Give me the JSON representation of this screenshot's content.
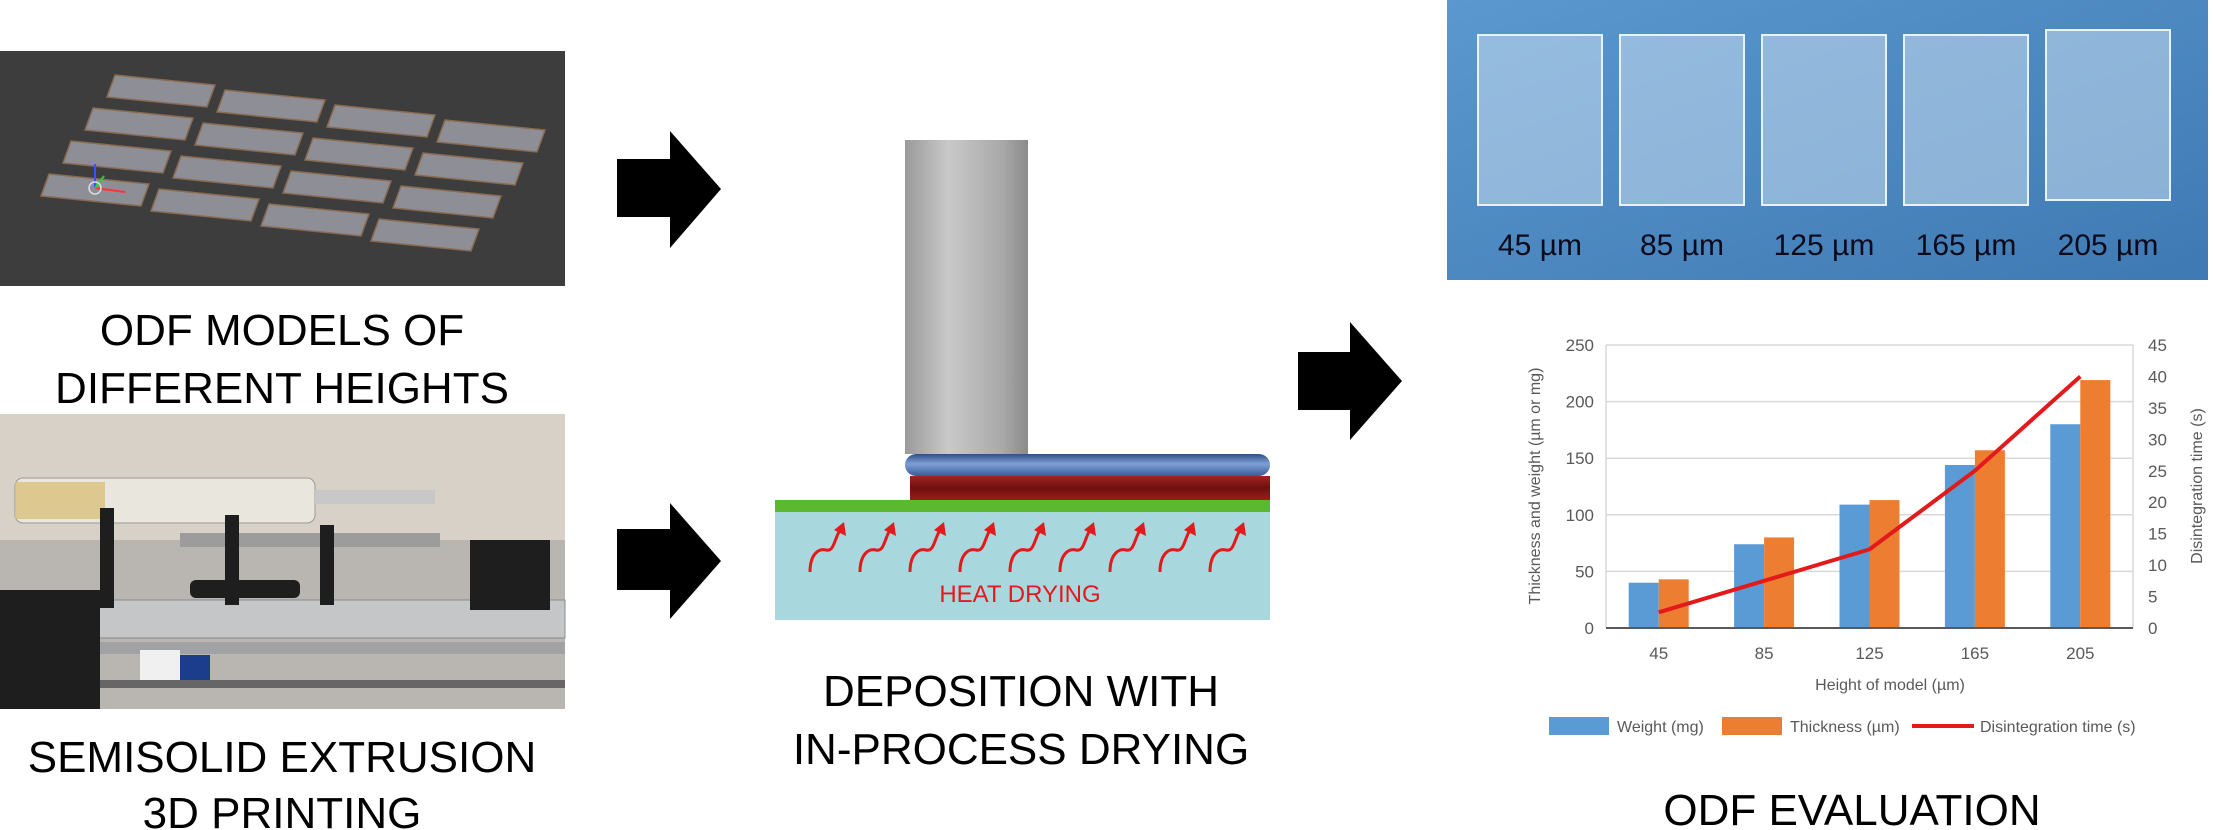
{
  "steps": {
    "models_caption": [
      "ODF MODELS OF",
      "DIFFERENT HEIGHTS"
    ],
    "printer_caption": [
      "SEMISOLID EXTRUSION",
      "3D PRINTING"
    ],
    "deposition_caption": [
      "DEPOSITION WITH",
      "IN-PROCESS DRYING"
    ],
    "heat_label": "HEAT DRYING",
    "evaluation_caption": "ODF EVALUATION"
  },
  "film_photo": {
    "labels": [
      "45 µm",
      "85 µm",
      "125 µm",
      "165 µm",
      "205 µm"
    ]
  },
  "colors": {
    "weight": "#5b9bd5",
    "thickness": "#ed7d31",
    "disintegration": "#e31a1c",
    "heat": "#e31a1c",
    "render_bg": "#3d3d3d",
    "film_bg": "#4a86c0",
    "substrate": "#a8d8de",
    "deposit_blue": "#4f72b0",
    "deposit_red": "#8b1a1a",
    "bed_green": "#5cb82e"
  },
  "chart_data": {
    "type": "bar+line",
    "categories": [
      "45",
      "85",
      "125",
      "165",
      "205"
    ],
    "xlabel": "Height of model (µm)",
    "ylabel": "Thickness and weight (µm or mg)",
    "y2label": "Disintegration time (s)",
    "ylim": [
      0,
      250
    ],
    "y2lim": [
      0,
      45
    ],
    "yticks": [
      "0",
      "50",
      "100",
      "150",
      "200",
      "250"
    ],
    "y2ticks": [
      "0",
      "5",
      "10",
      "15",
      "20",
      "25",
      "30",
      "35",
      "40",
      "45"
    ],
    "grid": true,
    "legend_position": "bottom",
    "series": [
      {
        "name": "Weight (mg)",
        "type": "bar",
        "axis": "left",
        "values": [
          40,
          74,
          109,
          144,
          180
        ]
      },
      {
        "name": "Thickness (µm)",
        "type": "bar",
        "axis": "left",
        "values": [
          43,
          80,
          113,
          157,
          219
        ]
      },
      {
        "name": "Disintegration time (s)",
        "type": "line",
        "axis": "right",
        "values": [
          2.5,
          7.5,
          12.5,
          25,
          40
        ]
      }
    ]
  }
}
